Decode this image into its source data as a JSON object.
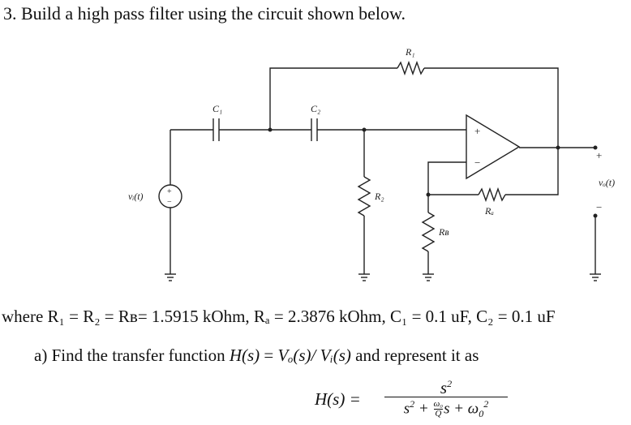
{
  "question": {
    "title": "3. Build a high pass filter using the circuit shown below."
  },
  "circuit": {
    "labels": {
      "r1": "R₁",
      "c1": "C₁",
      "c2": "C₂",
      "r2": "R₂",
      "ra": "Rₐ",
      "rb": "Rʙ",
      "vi": "vᵢ(t)",
      "vo": "vₒ(t)",
      "plus_in": "+",
      "minus_in": "−",
      "plus_out": "+",
      "minus_out": "−",
      "src_plus": "+",
      "src_minus": "−"
    }
  },
  "given": {
    "text": "where R₁ = R₂ = Rʙ= 1.5915 kOhm, Rₐ = 2.3876 kOhm, C₁ = 0.1 uF, C₂ = 0.1 uF"
  },
  "part_a": {
    "prefix": "a)  Find the transfer function ",
    "hs": "H(s)",
    "eq": " = ",
    "vo": "Vₒ(s)",
    "slash": "/ ",
    "vi": "Vᵢ(s)",
    "suffix": " and represent it as"
  },
  "formula": {
    "lhs": "H(s) =",
    "numerator_base": "s",
    "numerator_exp": "2",
    "den_s": "s",
    "den_exp": "2",
    "den_plus1": " + ",
    "den_frac_num": "ω₀",
    "den_frac_den": "Q",
    "den_mid": "s + ω",
    "den_sub": "0",
    "den_exp2": "2"
  }
}
